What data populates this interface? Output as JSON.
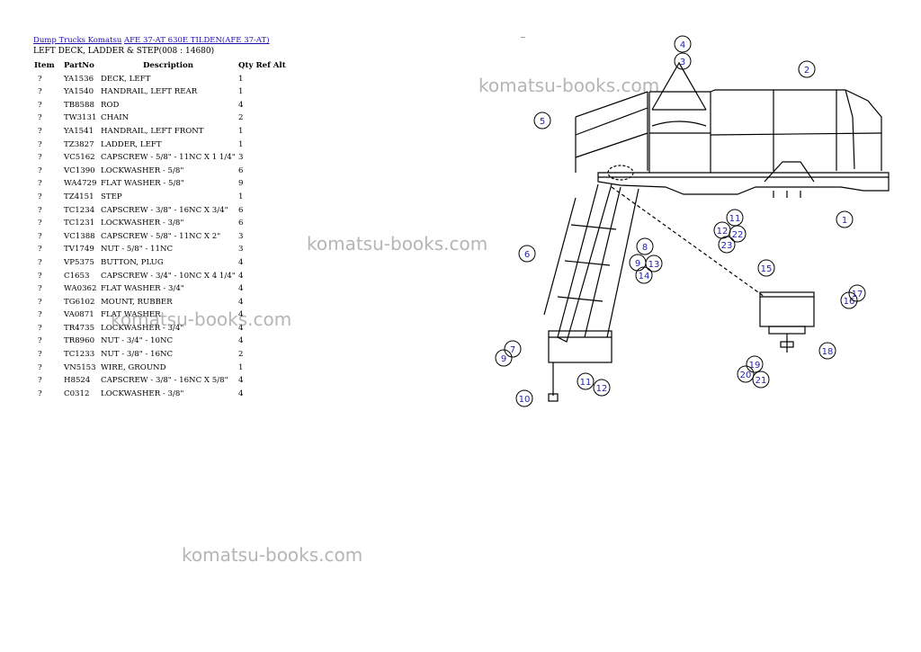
{
  "breadcrumb": {
    "link1": "Dump Trucks Komatsu",
    "link2": "AFE 37-AT 630E TILDEN(AFE 37-AT)"
  },
  "section_title": "LEFT DECK, LADDER & STEP(008 : 14680)",
  "table": {
    "headers": {
      "item": "Item",
      "part": "PartNo",
      "desc": "Description",
      "qty": "Qty",
      "ref": "Ref",
      "alt": "Alt"
    },
    "rows": [
      {
        "item": "?",
        "part": "YA1536",
        "desc": "DECK, LEFT",
        "qty": "1"
      },
      {
        "item": "?",
        "part": "YA1540",
        "desc": "HANDRAIL, LEFT REAR",
        "qty": "1"
      },
      {
        "item": "?",
        "part": "TB8588",
        "desc": "ROD",
        "qty": "4"
      },
      {
        "item": "?",
        "part": "TW3131",
        "desc": "CHAIN",
        "qty": "2"
      },
      {
        "item": "?",
        "part": "YA1541",
        "desc": "HANDRAIL, LEFT FRONT",
        "qty": "1"
      },
      {
        "item": "?",
        "part": "TZ3827",
        "desc": "LADDER, LEFT",
        "qty": "1"
      },
      {
        "item": "?",
        "part": "VC5162",
        "desc": "CAPSCREW - 5/8\" - 11NC X 1 1/4\"",
        "qty": "3"
      },
      {
        "item": "?",
        "part": "VC1390",
        "desc": "LOCKWASHER - 5/8\"",
        "qty": "6"
      },
      {
        "item": "?",
        "part": "WA4729",
        "desc": "FLAT WASHER - 5/8\"",
        "qty": "9"
      },
      {
        "item": "?",
        "part": "TZ4151",
        "desc": "STEP",
        "qty": "1"
      },
      {
        "item": "?",
        "part": "TC1234",
        "desc": "CAPSCREW - 3/8\" - 16NC X 3/4\"",
        "qty": "6"
      },
      {
        "item": "?",
        "part": "TC1231",
        "desc": "LOCKWASHER - 3/8\"",
        "qty": "6"
      },
      {
        "item": "?",
        "part": "VC1388",
        "desc": "CAPSCREW - 5/8\" - 11NC X 2\"",
        "qty": "3"
      },
      {
        "item": "?",
        "part": "TV1749",
        "desc": "NUT - 5/8\" - 11NC",
        "qty": "3"
      },
      {
        "item": "?",
        "part": "VP5375",
        "desc": "BUTTON, PLUG",
        "qty": "4"
      },
      {
        "item": "?",
        "part": "C1653",
        "desc": "CAPSCREW - 3/4\" - 10NC X 4 1/4\"",
        "qty": "4"
      },
      {
        "item": "?",
        "part": "WA0362",
        "desc": "FLAT WASHER - 3/4\"",
        "qty": "4"
      },
      {
        "item": "?",
        "part": "TG6102",
        "desc": "MOUNT, RUBBER",
        "qty": "4"
      },
      {
        "item": "?",
        "part": "VA0871",
        "desc": "FLAT WASHER",
        "qty": "4"
      },
      {
        "item": "?",
        "part": "TR4735",
        "desc": "LOCKWASHER - 3/4\"",
        "qty": "4"
      },
      {
        "item": "?",
        "part": "TR8960",
        "desc": "NUT - 3/4\" - 10NC",
        "qty": "4"
      },
      {
        "item": "?",
        "part": "TC1233",
        "desc": "NUT - 3/8\" - 16NC",
        "qty": "2"
      },
      {
        "item": "?",
        "part": "VN5153",
        "desc": "WIRE, GROUND",
        "qty": "1"
      },
      {
        "item": "?",
        "part": "H8524",
        "desc": "CAPSCREW - 3/8\" - 16NC X 5/8\"",
        "qty": "4"
      },
      {
        "item": "?",
        "part": "C0312",
        "desc": "LOCKWASHER - 3/8\"",
        "qty": "4"
      }
    ]
  },
  "watermark": "komatsu-books.com",
  "top_mark": "_",
  "callouts": [
    "4",
    "3",
    "2",
    "5",
    "1",
    "11",
    "12",
    "22",
    "23",
    "8",
    "9",
    "13",
    "14",
    "6",
    "15",
    "16",
    "17",
    "7",
    "9",
    "18",
    "19",
    "20",
    "21",
    "10",
    "11",
    "12"
  ]
}
